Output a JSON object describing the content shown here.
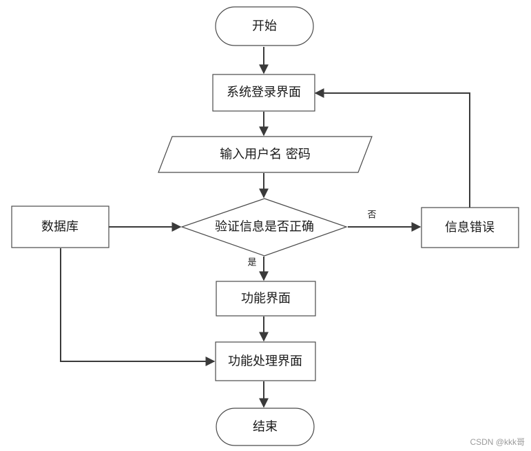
{
  "nodes": {
    "start": "开始",
    "login": "系统登录界面",
    "input": "输入用户名 密码",
    "verify": "验证信息是否正确",
    "database": "数据库",
    "error": "信息错误",
    "function": "功能界面",
    "process": "功能处理界面",
    "end": "结束"
  },
  "edges": {
    "yes": "是",
    "no": "否"
  },
  "watermark": "CSDN @kkk哥"
}
